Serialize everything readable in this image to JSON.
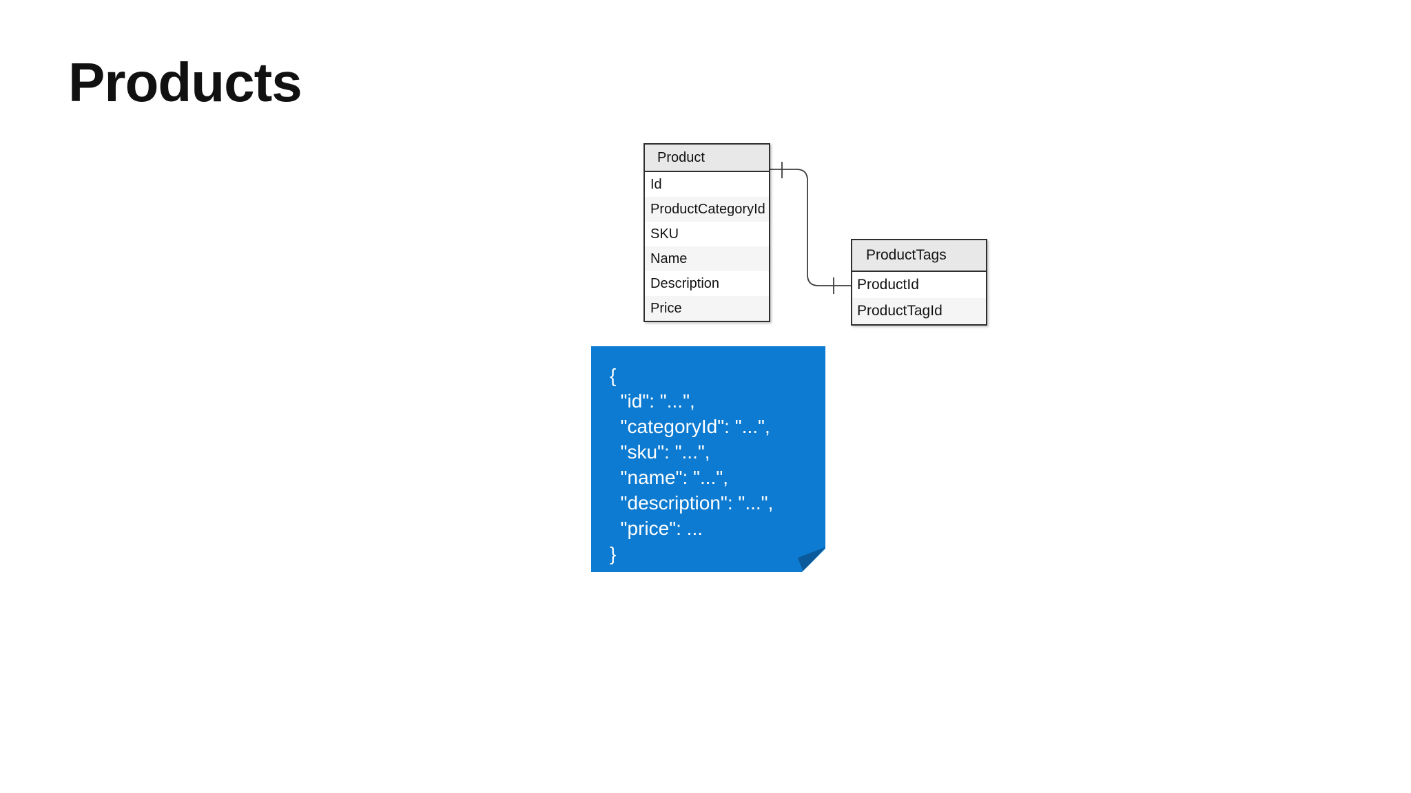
{
  "slide": {
    "title": "Products",
    "background_color": "#ffffff"
  },
  "colors": {
    "note_blue": "#0d7bd1",
    "note_fold_blue": "#0a5a9c",
    "table_header_bg": "#e8e8e8",
    "table_alt_row_bg": "#f5f5f5",
    "table_border": "#2e2e2e",
    "connector_line": "#3d3d3d",
    "text_dark": "#111111",
    "note_text": "#ffffff"
  },
  "entities": {
    "product": {
      "title": "Product",
      "columns": [
        "Id",
        "ProductCategoryId",
        "SKU",
        "Name",
        "Description",
        "Price"
      ]
    },
    "product_tags": {
      "title": "ProductTags",
      "columns": [
        "ProductId",
        "ProductTagId"
      ]
    }
  },
  "relationship": {
    "from": "Product",
    "to": "ProductTags",
    "tick_marks": 2
  },
  "note": {
    "text": "{\n  \"id\": \"...\",\n  \"categoryId\": \"...\",\n  \"sku\": \"...\",\n  \"name\": \"...\",\n  \"description\": \"...\",\n  \"price\": ...\n}"
  }
}
